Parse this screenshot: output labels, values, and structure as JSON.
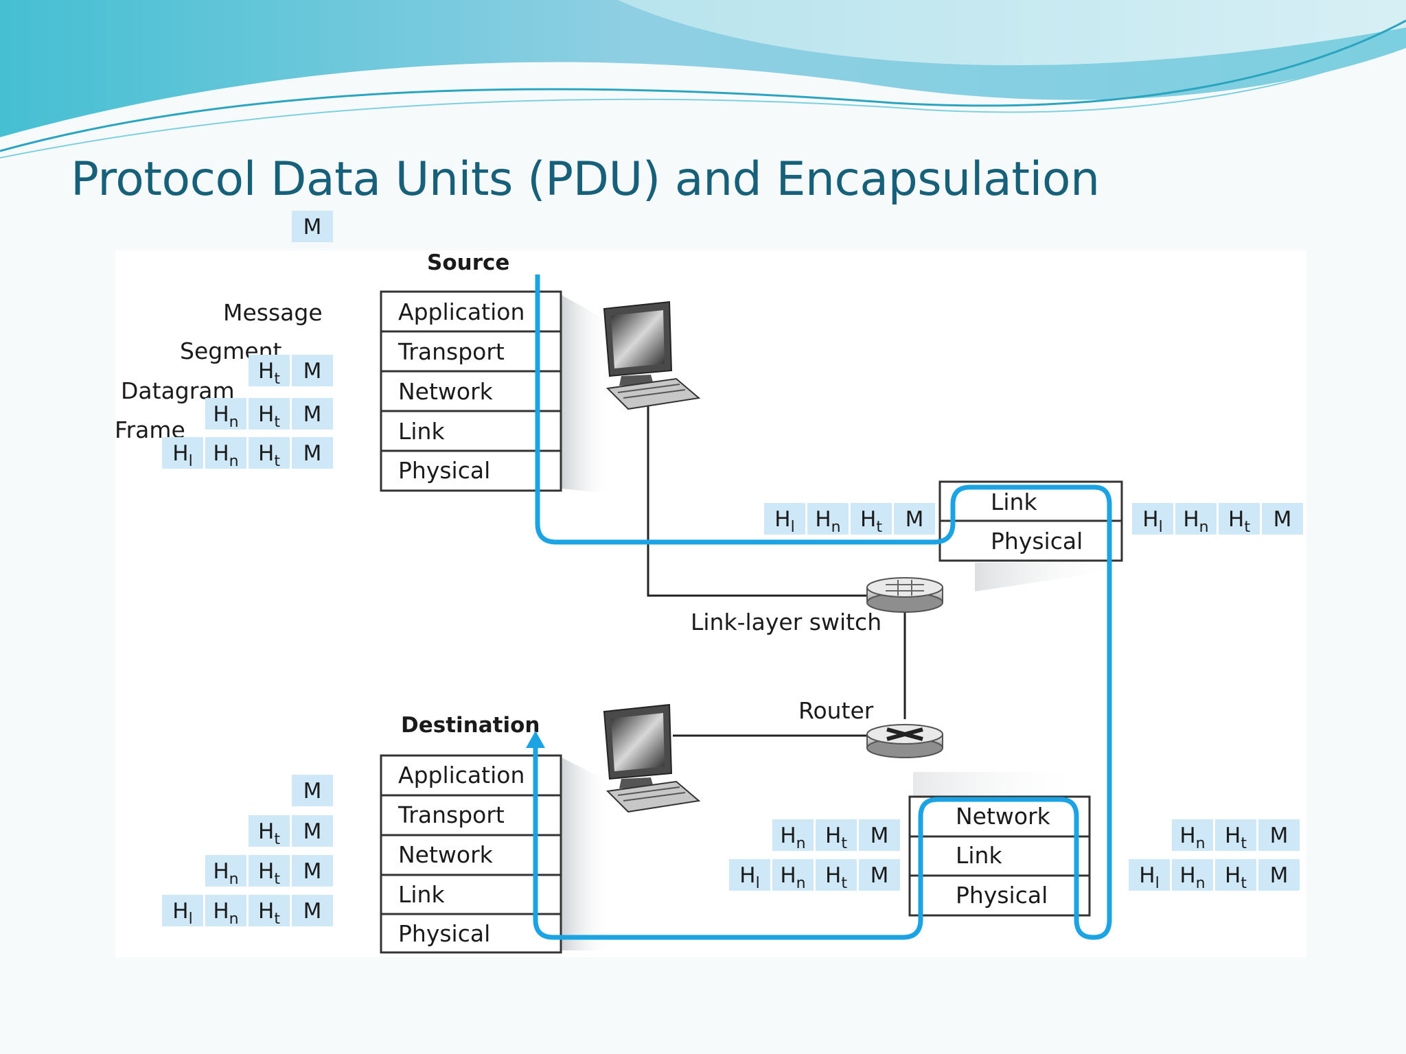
{
  "title": "Protocol Data Units (PDU) and Encapsulation",
  "source": {
    "label": "Source",
    "layers": [
      "Application",
      "Transport",
      "Network",
      "Link",
      "Physical"
    ],
    "pdu_names": [
      "Message",
      "Segment",
      "Datagram",
      "Frame"
    ]
  },
  "destination": {
    "label": "Destination",
    "layers": [
      "Application",
      "Transport",
      "Network",
      "Link",
      "Physical"
    ]
  },
  "switch": {
    "label": "Link-layer switch",
    "layers": [
      "Link",
      "Physical"
    ]
  },
  "router": {
    "label": "Router",
    "layers": [
      "Network",
      "Link",
      "Physical"
    ]
  },
  "pdu": {
    "message": "M",
    "headers": {
      "link": "H",
      "network": "H",
      "transport": "H"
    },
    "subscripts": {
      "link": "l",
      "network": "n",
      "transport": "t"
    }
  },
  "colors": {
    "title": "#17607a",
    "path": "#1ba3e3",
    "pdu_cell": "#cfe8f8",
    "banner": "#3fb8cc"
  },
  "icons": [
    "computer-icon",
    "switch-icon",
    "router-icon"
  ]
}
